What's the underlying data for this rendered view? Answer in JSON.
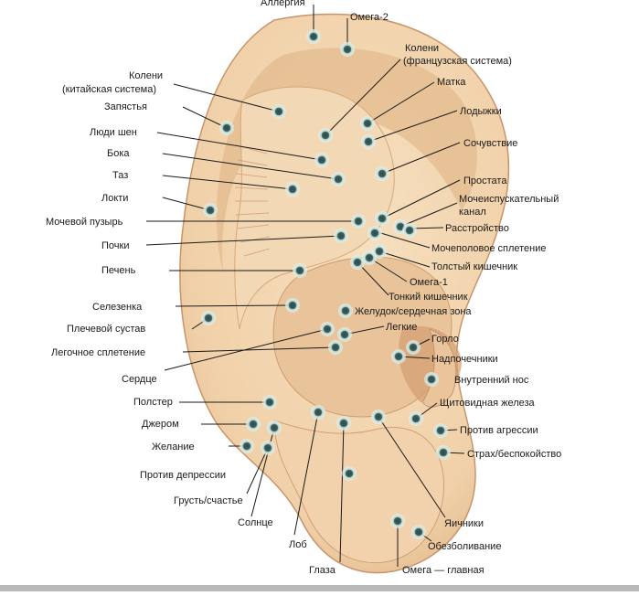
{
  "diagram": {
    "colors": {
      "skin": "#f2d7b3",
      "skin_dark": "#d9a878",
      "line": "#1a1a1a",
      "point_core": "#2f4a48",
      "point_ring": "#a8d3cf"
    },
    "labels": {
      "allergy": "Аллергия",
      "omega2": "Омега-2",
      "knees_french_1": "Колени",
      "knees_french_2": "(французская система)",
      "uterus": "Матка",
      "ankles": "Лодыжки",
      "sympathy": "Сочувствие",
      "prostate": "Простата",
      "urethra_1": "Мочеиспускательный",
      "urethra_2": "канал",
      "disorder": "Расстройство",
      "urogenital_plexus": "Мочеполовое сплетение",
      "large_intestine": "Толстый кишечник",
      "omega1": "Омега-1",
      "small_intestine": "Тонкий кишечник",
      "stomach_cardiac": "Желудок/сердечная зона",
      "lungs": "Легкие",
      "throat": "Горло",
      "adrenals": "Надпочечники",
      "inner_nose": "Внутренний нос",
      "thyroid": "Щитовидная железа",
      "anti_aggression": "Против агрессии",
      "fear_anxiety": "Страх/беспокойство",
      "ovaries": "Яичники",
      "analgesia": "Обезболивание",
      "omega_main": "Омега — главная",
      "eyes": "Глаза",
      "forehead": "Лоб",
      "sun": "Солнце",
      "sadness_happiness": "Грусть/счастье",
      "anti_depression": "Против депрессии",
      "desire": "Желание",
      "jerome": "Джером",
      "polster": "Полстер",
      "heart": "Сердце",
      "lung_plexus": "Легочное сплетение",
      "shoulder_joint": "Плечевой сустав",
      "spleen": "Селезенка",
      "liver": "Печень",
      "kidneys": "Почки",
      "bladder": "Мочевой пузырь",
      "elbows": "Локти",
      "pelvis": "Таз",
      "sides": "Бока",
      "shen_men": "Люди шен",
      "wrists": "Запястья",
      "knees_chinese_1": "Колени",
      "knees_chinese_2": "(китайская система)"
    }
  }
}
